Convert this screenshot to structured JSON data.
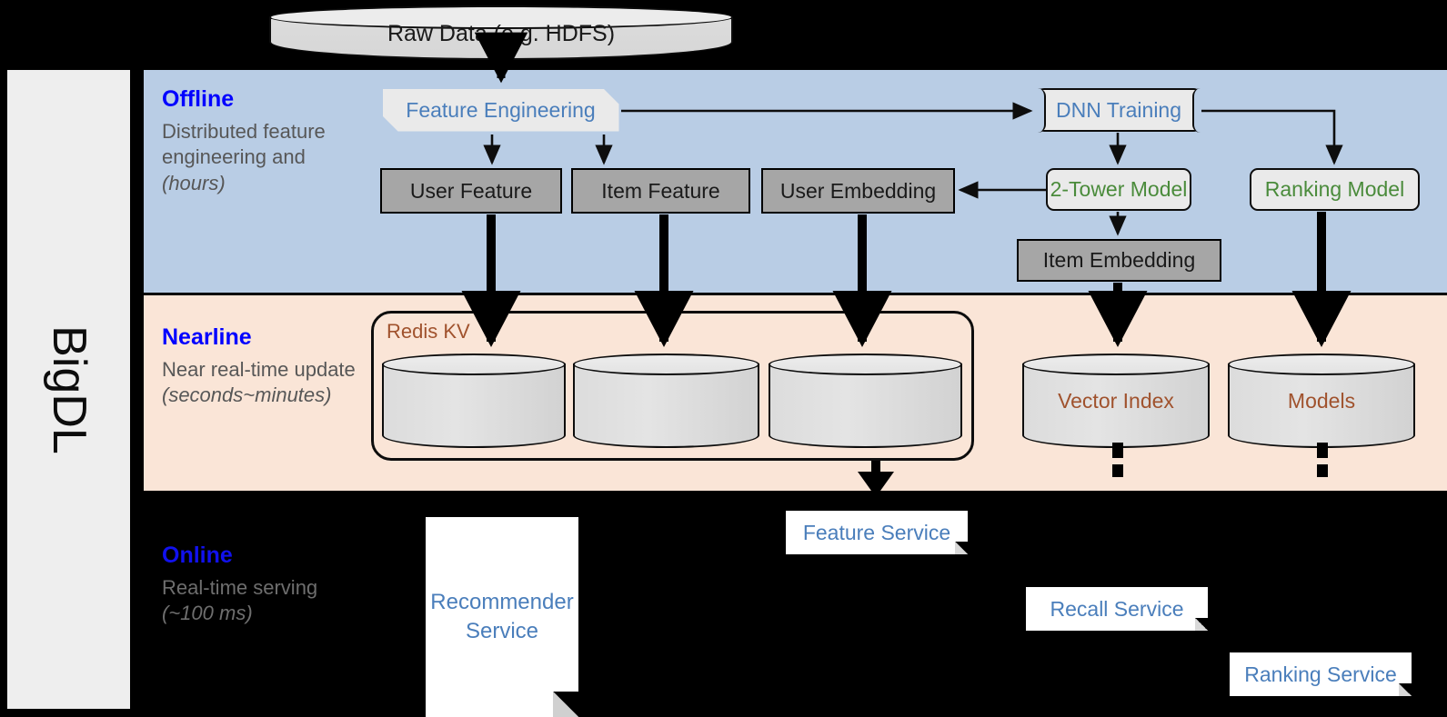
{
  "framework": {
    "name": "BigDL"
  },
  "bands": [
    {
      "id": "offline",
      "title": "Offline",
      "description": "Distributed feature engineering and ",
      "description_italic": "(hours)",
      "bg": "#b9cde5"
    },
    {
      "id": "nearline",
      "title": "Nearline",
      "description": "Near real-time update ",
      "description_italic": "(seconds~minutes)",
      "bg": "#fae5d7"
    },
    {
      "id": "online",
      "title": "Online",
      "description": "Real-time serving ",
      "description_italic": "(~100 ms)",
      "bg": "#000000"
    }
  ],
  "source": {
    "label": "Raw Data (e.g. HDFS)"
  },
  "offline": {
    "feature_engineering": {
      "label": "Feature Engineering",
      "color": "#4a7ebb"
    },
    "dnn_training": {
      "label": "DNN Training",
      "color": "#4a7ebb"
    },
    "user_feature": {
      "label": "User Feature",
      "color": "#1a1a1a"
    },
    "item_feature": {
      "label": "Item Feature",
      "color": "#1a1a1a"
    },
    "user_embedding": {
      "label": "User Embedding",
      "color": "#1a1a1a"
    },
    "two_tower_model": {
      "label": "2-Tower Model",
      "color": "#4a8b3b"
    },
    "ranking_model": {
      "label": "Ranking Model",
      "color": "#4a8b3b"
    },
    "item_embedding": {
      "label": "Item Embedding",
      "color": "#1a1a1a"
    }
  },
  "nearline": {
    "redis_group": {
      "label": "Redis KV",
      "color": "#a0522d"
    },
    "stores": [
      {
        "label": ""
      },
      {
        "label": ""
      },
      {
        "label": ""
      }
    ],
    "vector_index": {
      "label": "Vector Index",
      "color": "#a0522d"
    },
    "models": {
      "label": "Models",
      "color": "#a0522d"
    }
  },
  "online": {
    "recommender_service": {
      "label": "Recommender Service",
      "color": "#4a7ebb"
    },
    "feature_service": {
      "label": "Feature Service",
      "color": "#4a7ebb"
    },
    "recall_service": {
      "label": "Recall Service",
      "color": "#4a7ebb"
    },
    "ranking_service": {
      "label": "Ranking Service",
      "color": "#4a7ebb"
    }
  },
  "colors": {
    "offline_band": "#b9cde5",
    "nearline_band": "#fae5d7",
    "online_band": "#000000",
    "sidebar": "#eeeeee",
    "gray_box": "#a6a6a6",
    "light_box": "#eaeaea",
    "accent_blue": "#0000ff",
    "text_blue": "#4a7ebb",
    "text_green": "#4a8b3b",
    "text_brown": "#a0522d",
    "caption_gray": "#575757"
  }
}
